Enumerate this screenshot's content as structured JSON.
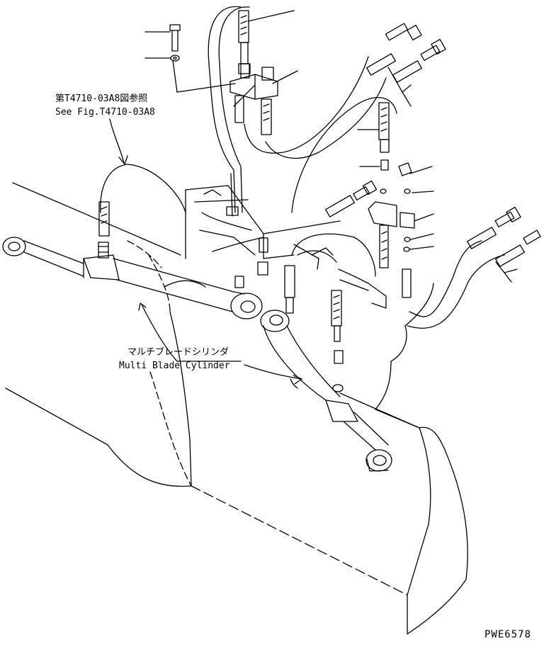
{
  "ref_note": {
    "jp": "第T4710-03A8図参照",
    "en": "See Fig.T4710-03A8"
  },
  "cylinder_label": {
    "jp": "マルチブレードシリンダ",
    "en": "Multi Blade Cylinder"
  },
  "drawing_code": "PWE6578"
}
